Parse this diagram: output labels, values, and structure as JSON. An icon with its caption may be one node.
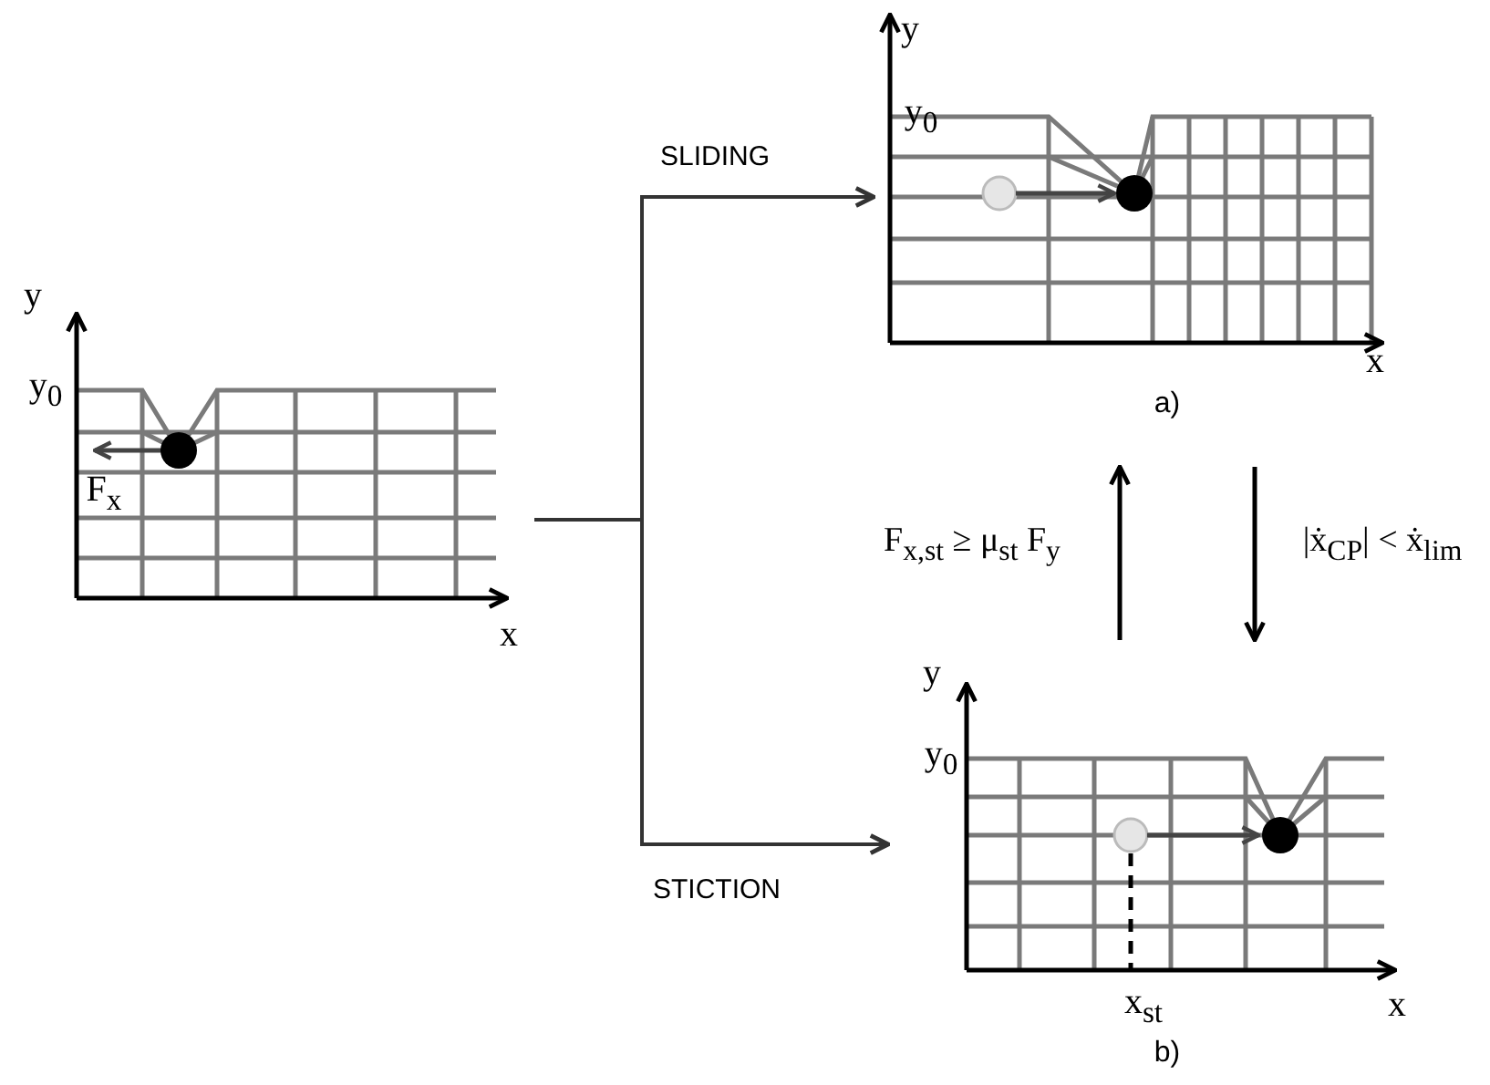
{
  "diagram": {
    "nodes": [
      {
        "text": [],
        "shape": "picture"
      },
      {
        "text": [],
        "shape": "picture",
        "beside": [
          "a)"
        ]
      },
      {
        "text": [],
        "shape": "picture",
        "beside": [
          "b)"
        ]
      }
    ],
    "edges": [
      {
        "from": 0,
        "to": 1,
        "arrow": "to",
        "label": "SLIDING"
      },
      {
        "from": 0,
        "to": 2,
        "arrow": "to",
        "label": "STICTION"
      },
      {
        "from": 2,
        "to": 1,
        "arrow": "to",
        "label": "F$_{x,st}$ ≥ μ$_{st}$ F$_{y}$"
      },
      {
        "from": 1,
        "to": 2,
        "arrow": "to",
        "label": "|ẋ$_{CP}$| < ẋ$_{lim}$"
      }
    ],
    "labels": [
      "y",
      "y$_{0}$",
      "x",
      "y",
      "y$_{0}$",
      "F$_{x}$",
      "x",
      "y",
      "y$_{0}$",
      "x$_{st}$",
      "x"
    ]
  }
}
